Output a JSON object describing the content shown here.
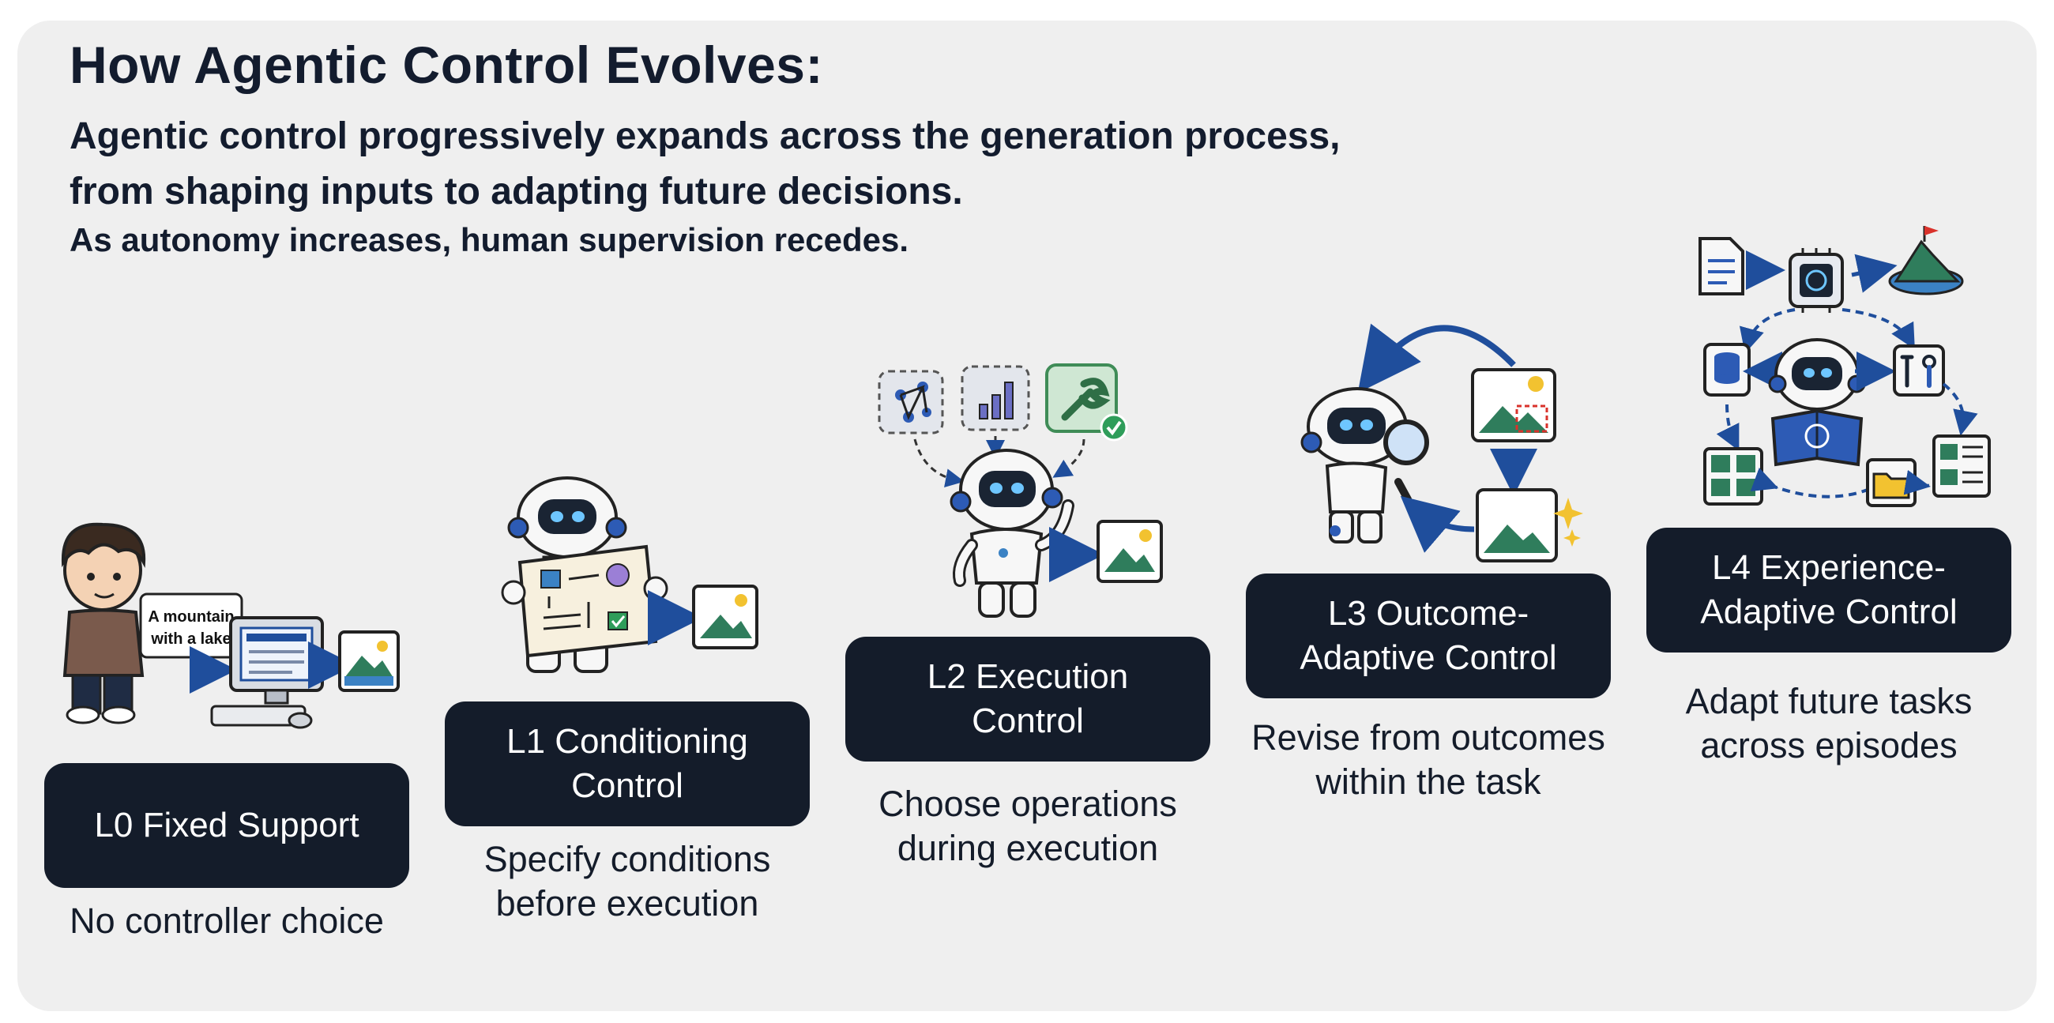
{
  "header": {
    "title": "How Agentic Control Evolves:",
    "subtitle_line1": "Agentic control progressively expands across the generation process,",
    "subtitle_line2": "from shaping inputs to adapting future decisions.",
    "subtitle_line3": "As autonomy increases, human supervision recedes."
  },
  "levels": [
    {
      "label_line1": "L0 Fixed Support",
      "label_line2": "",
      "desc_line1": "No controller choice",
      "desc_line2": "",
      "illustration_text_line1": "A mountain",
      "illustration_text_line2": "with a lake"
    },
    {
      "label_line1": "L1 Conditioning",
      "label_line2": "Control",
      "desc_line1": "Specify conditions",
      "desc_line2": "before execution"
    },
    {
      "label_line1": "L2 Execution",
      "label_line2": "Control",
      "desc_line1": "Choose operations",
      "desc_line2": "during execution"
    },
    {
      "label_line1": "L3 Outcome-",
      "label_line2": "Adaptive Control",
      "desc_line1": "Revise from outcomes",
      "desc_line2": "within the task"
    },
    {
      "label_line1": "L4 Experience-",
      "label_line2": "Adaptive Control",
      "desc_line1": "Adapt future tasks",
      "desc_line2": "across episodes"
    }
  ],
  "colors": {
    "card_background": "#efefef",
    "label_box": "#141c2a",
    "accent_blue": "#1f4e9c",
    "robot_visor": "#1a2433",
    "robot_body": "#f7f7f7",
    "mountain_green": "#2f7d5c",
    "sun_yellow": "#f2c230"
  }
}
